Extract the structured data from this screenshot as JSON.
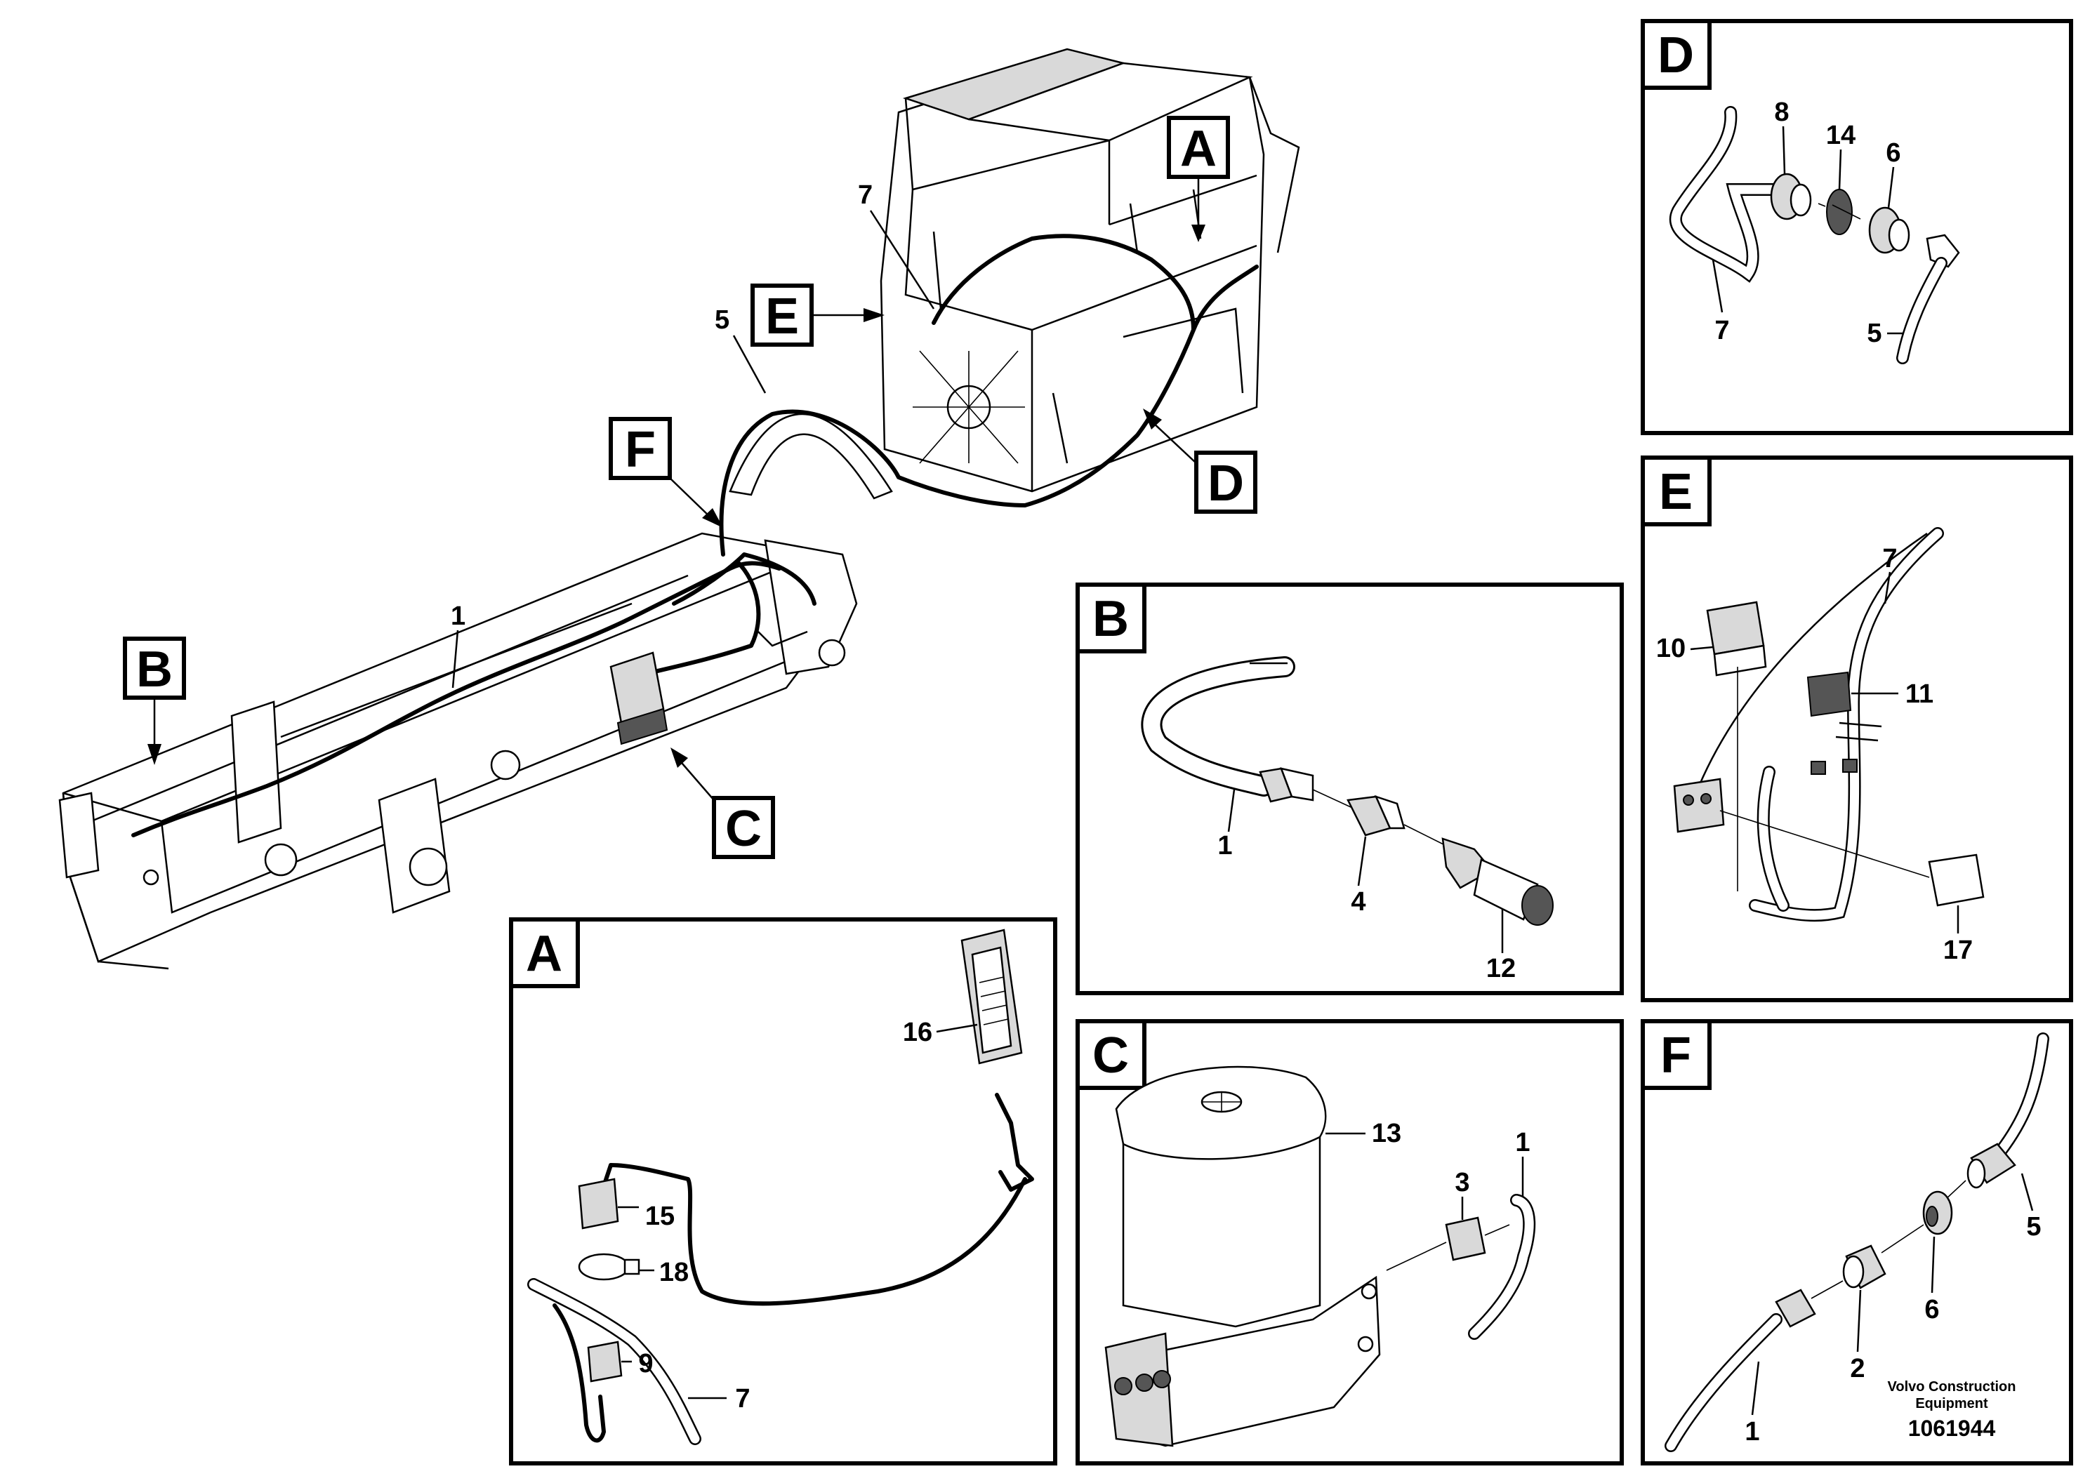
{
  "callouts": {
    "A": "A",
    "B": "B",
    "C": "C",
    "D": "D",
    "E": "E",
    "F": "F"
  },
  "main": {
    "n1": "1",
    "n5": "5",
    "n7": "7"
  },
  "panel_a": {
    "title": "A",
    "n16": "16",
    "n15": "15",
    "n18": "18",
    "n9": "9",
    "n7": "7"
  },
  "panel_b": {
    "title": "B",
    "n1": "1",
    "n4": "4",
    "n12": "12"
  },
  "panel_c": {
    "title": "C",
    "n13": "13",
    "n3": "3",
    "n1": "1"
  },
  "panel_d": {
    "title": "D",
    "n8": "8",
    "n14": "14",
    "n6": "6",
    "n7": "7",
    "n5": "5"
  },
  "panel_e": {
    "title": "E",
    "n7": "7",
    "n10": "10",
    "n11": "11",
    "n17": "17"
  },
  "panel_f": {
    "title": "F",
    "n5": "5",
    "n6": "6",
    "n2": "2",
    "n1": "1"
  },
  "footer": {
    "company_line1": "Volvo Construction",
    "company_line2": "Equipment",
    "drawing_number": "1061944"
  }
}
